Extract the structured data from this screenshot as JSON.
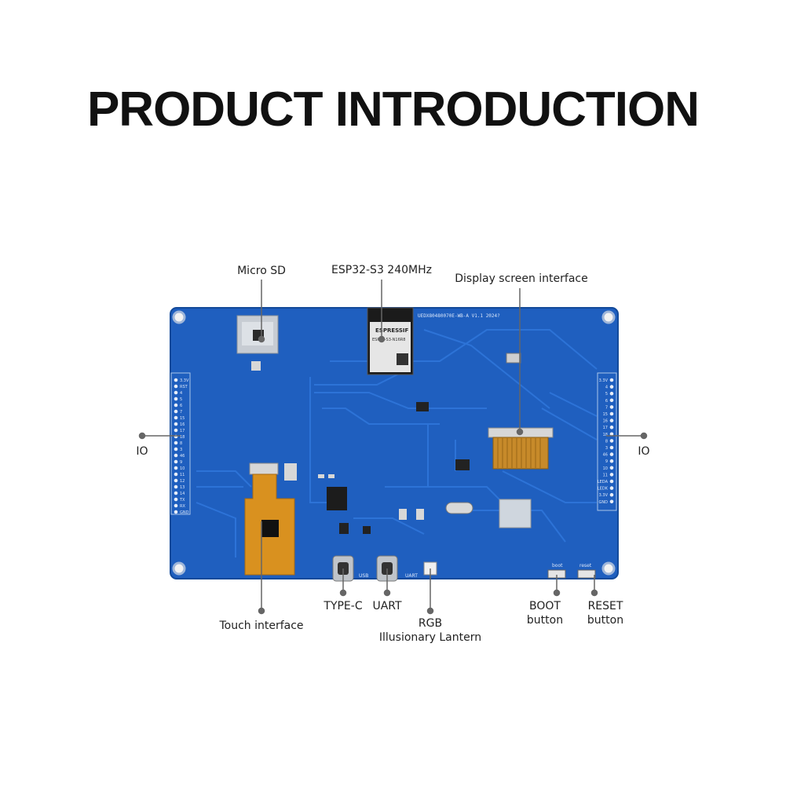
{
  "title": "PRODUCT INTRODUCTION",
  "labels": {
    "micro_sd": "Micro SD",
    "esp32": "ESP32-S3  240MHz",
    "display_interface": "Display screen interface",
    "io_left": "IO",
    "io_right": "IO",
    "touch_interface": "Touch interface",
    "type_c": "TYPE-C",
    "uart": "UART",
    "rgb_line1": "RGB",
    "rgb_line2": "Illusionary Lantern",
    "boot_line1": "BOOT",
    "boot_line2": "button",
    "reset_line1": "RESET",
    "reset_line2": "button"
  },
  "silkscreen": {
    "board_id": "UEDX80480070E-WB-A  V1.1   2024?",
    "esp_brand": "ESPRESSIF",
    "esp_model": "ESP32-S3-N16R8",
    "usb": "USB",
    "uart": "UART",
    "boot": "boot",
    "reset": "reset",
    "left_pins": [
      "3.3V",
      "RST",
      "4",
      "5",
      "6",
      "7",
      "15",
      "16",
      "17",
      "18",
      "8",
      "3",
      "46",
      "9",
      "10",
      "11",
      "12",
      "13",
      "14",
      "TX",
      "RX",
      "GND"
    ],
    "right_pins": [
      "3.3V",
      "4",
      "5",
      "6",
      "7",
      "15",
      "16",
      "17",
      "18",
      "8",
      "3",
      "46",
      "9",
      "10",
      "11",
      "LEDA",
      "LEDK",
      "3.3V",
      "GND"
    ]
  },
  "colors": {
    "board": "#1f5fbf",
    "board_dark": "#174fa6",
    "trace": "#2a6fd3",
    "callout": "#666666",
    "fpc": "#d9911f"
  }
}
